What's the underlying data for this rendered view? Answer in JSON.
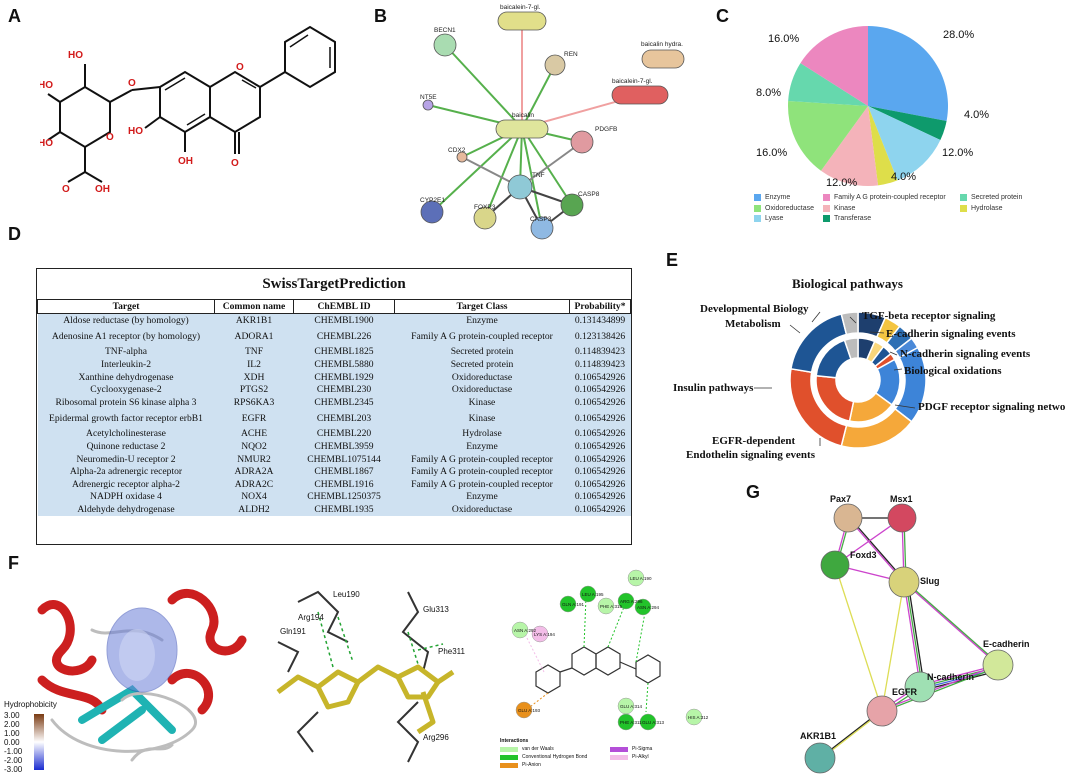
{
  "panels": {
    "a": "A",
    "b": "B",
    "c": "C",
    "d": "D",
    "e": "E",
    "f": "F",
    "g": "G"
  },
  "panel_a": {
    "atom_labels": [
      "HO",
      "HO",
      "O",
      "O",
      "HO",
      "O",
      "O",
      "HO",
      "OH",
      "OH",
      "O"
    ]
  },
  "panel_b": {
    "nodes": [
      "baicalein-7-gl.",
      "BECN1",
      "REN",
      "baicalin hydra.",
      "baicalein-7-gl.",
      "NT5E",
      "baicalin",
      "PDGFB",
      "CDX2",
      "TNF",
      "CYP2E1",
      "FOXP3",
      "CASP8",
      "CASP3"
    ]
  },
  "chart_data": {
    "type": "pie",
    "categories": [
      "Enzyme",
      "Transferase",
      "Lyase",
      "Hydrolase",
      "Kinase",
      "Oxidoreductase",
      "Secreted protein",
      "Family A G protein-coupled receptor"
    ],
    "values": [
      28.0,
      4.0,
      12.0,
      4.0,
      12.0,
      16.0,
      8.0,
      16.0
    ],
    "value_labels": [
      "28.0%",
      "4.0%",
      "12.0%",
      "4.0%",
      "12.0%",
      "16.0%",
      "8.0%",
      "16.0%"
    ],
    "colors": [
      "#5aa7ef",
      "#0e9a6c",
      "#8ed4ee",
      "#dede4a",
      "#f4b3ba",
      "#8fe37b",
      "#66d8ad",
      "#ec87bf"
    ],
    "legend": [
      "Enzyme",
      "Family A G protein-coupled receptor",
      "Secreted protein",
      "Oxidoreductase",
      "Kinase",
      "Hydrolase",
      "Lyase",
      "Transferase"
    ],
    "legend_colors": [
      "#5aa7ef",
      "#ec87bf",
      "#66d8ad",
      "#8fe37b",
      "#f4b3ba",
      "#dede4a",
      "#8ed4ee",
      "#0e9a6c"
    ],
    "legend_placement": "bottom"
  },
  "table": {
    "title": "SwissTargetPrediction",
    "columns": [
      "Target",
      "Common name",
      "ChEMBL ID",
      "Target Class",
      "Probability*"
    ],
    "rows": [
      [
        "Aldose reductase   (by homology)",
        "AKR1B1",
        "CHEMBL1900",
        "Enzyme",
        "0.131434899"
      ],
      [
        "Adenosine A1 receptor   (by homology)",
        "ADORA1",
        "CHEMBL226",
        "Family A G protein-coupled receptor",
        "0.123138426"
      ],
      [
        "TNF-alpha",
        "TNF",
        "CHEMBL1825",
        "Secreted protein",
        "0.114839423"
      ],
      [
        "Interleukin-2",
        "IL2",
        "CHEMBL5880",
        "Secreted protein",
        "0.114839423"
      ],
      [
        "Xanthine dehydrogenase",
        "XDH",
        "CHEMBL1929",
        "Oxidoreductase",
        "0.106542926"
      ],
      [
        "Cyclooxygenase-2",
        "PTGS2",
        "CHEMBL230",
        "Oxidoreductase",
        "0.106542926"
      ],
      [
        "Ribosomal protein S6 kinase alpha 3",
        "RPS6KA3",
        "CHEMBL2345",
        "Kinase",
        "0.106542926"
      ],
      [
        "Epidermal growth factor receptor erbB1",
        "EGFR",
        "CHEMBL203",
        "Kinase",
        "0.106542926"
      ],
      [
        "Acetylcholinesterase",
        "ACHE",
        "CHEMBL220",
        "Hydrolase",
        "0.106542926"
      ],
      [
        "Quinone reductase 2",
        "NQO2",
        "CHEMBL3959",
        "Enzyme",
        "0.106542926"
      ],
      [
        "Neuromedin-U receptor 2",
        "NMUR2",
        "CHEMBL1075144",
        "Family A G protein-coupled receptor",
        "0.106542926"
      ],
      [
        "Alpha-2a adrenergic receptor",
        "ADRA2A",
        "CHEMBL1867",
        "Family A G protein-coupled receptor",
        "0.106542926"
      ],
      [
        "Adrenergic receptor alpha-2",
        "ADRA2C",
        "CHEMBL1916",
        "Family A G protein-coupled receptor",
        "0.106542926"
      ],
      [
        "NADPH oxidase 4",
        "NOX4",
        "CHEMBL1250375",
        "Enzyme",
        "0.106542926"
      ],
      [
        "Aldehyde dehydrogenase",
        "ALDH2",
        "CHEMBL1935",
        "Oxidoreductase",
        "0.106542926"
      ]
    ]
  },
  "pathways": {
    "title": "Biological pathways",
    "labels": [
      "Developmental Biology",
      "Metabolism",
      "TGF-beta receptor signaling",
      "E-cadherin signaling events",
      "N-cadherin signaling events",
      "Biological oxidations",
      "Insulin pathways",
      "PDGF receptor signaling network",
      "EGFR-dependent",
      "Endothelin signaling events"
    ]
  },
  "panel_f": {
    "hydrophobicity_title": "Hydrophobicity",
    "scale": [
      "3.00",
      "2.00",
      "1.00",
      "0.00",
      "-1.00",
      "-2.00",
      "-3.00"
    ],
    "residue_labels_3d": [
      "Leu190",
      "Arg194",
      "Gln191",
      "Glu313",
      "Phe311",
      "Arg296"
    ],
    "residue_labels_2d": [
      "LEU A:190",
      "LEU A:195",
      "ARG A:296",
      "ASN A:294",
      "GLN A:191",
      "PHE A:315",
      "ASN A:292",
      "LYS A:194",
      "GLU A:193",
      "GLU A:314",
      "PHE A:311",
      "HIS A:312",
      "GLU A:313"
    ],
    "interactions_title": "Interactions",
    "interactions": [
      "van der Waals",
      "Conventional Hydrogen Bond",
      "Pi-Anion",
      "Pi-Sigma",
      "Pi-Alkyl"
    ],
    "interaction_colors": [
      "#b7f5a8",
      "#22c32a",
      "#e8901c",
      "#b44fd8",
      "#f3bde8"
    ]
  },
  "panel_g": {
    "nodes": [
      "Pax7",
      "Msx1",
      "Foxd3",
      "Slug",
      "E-cadherin",
      "N-cadherin",
      "EGFR",
      "AKR1B1"
    ]
  }
}
